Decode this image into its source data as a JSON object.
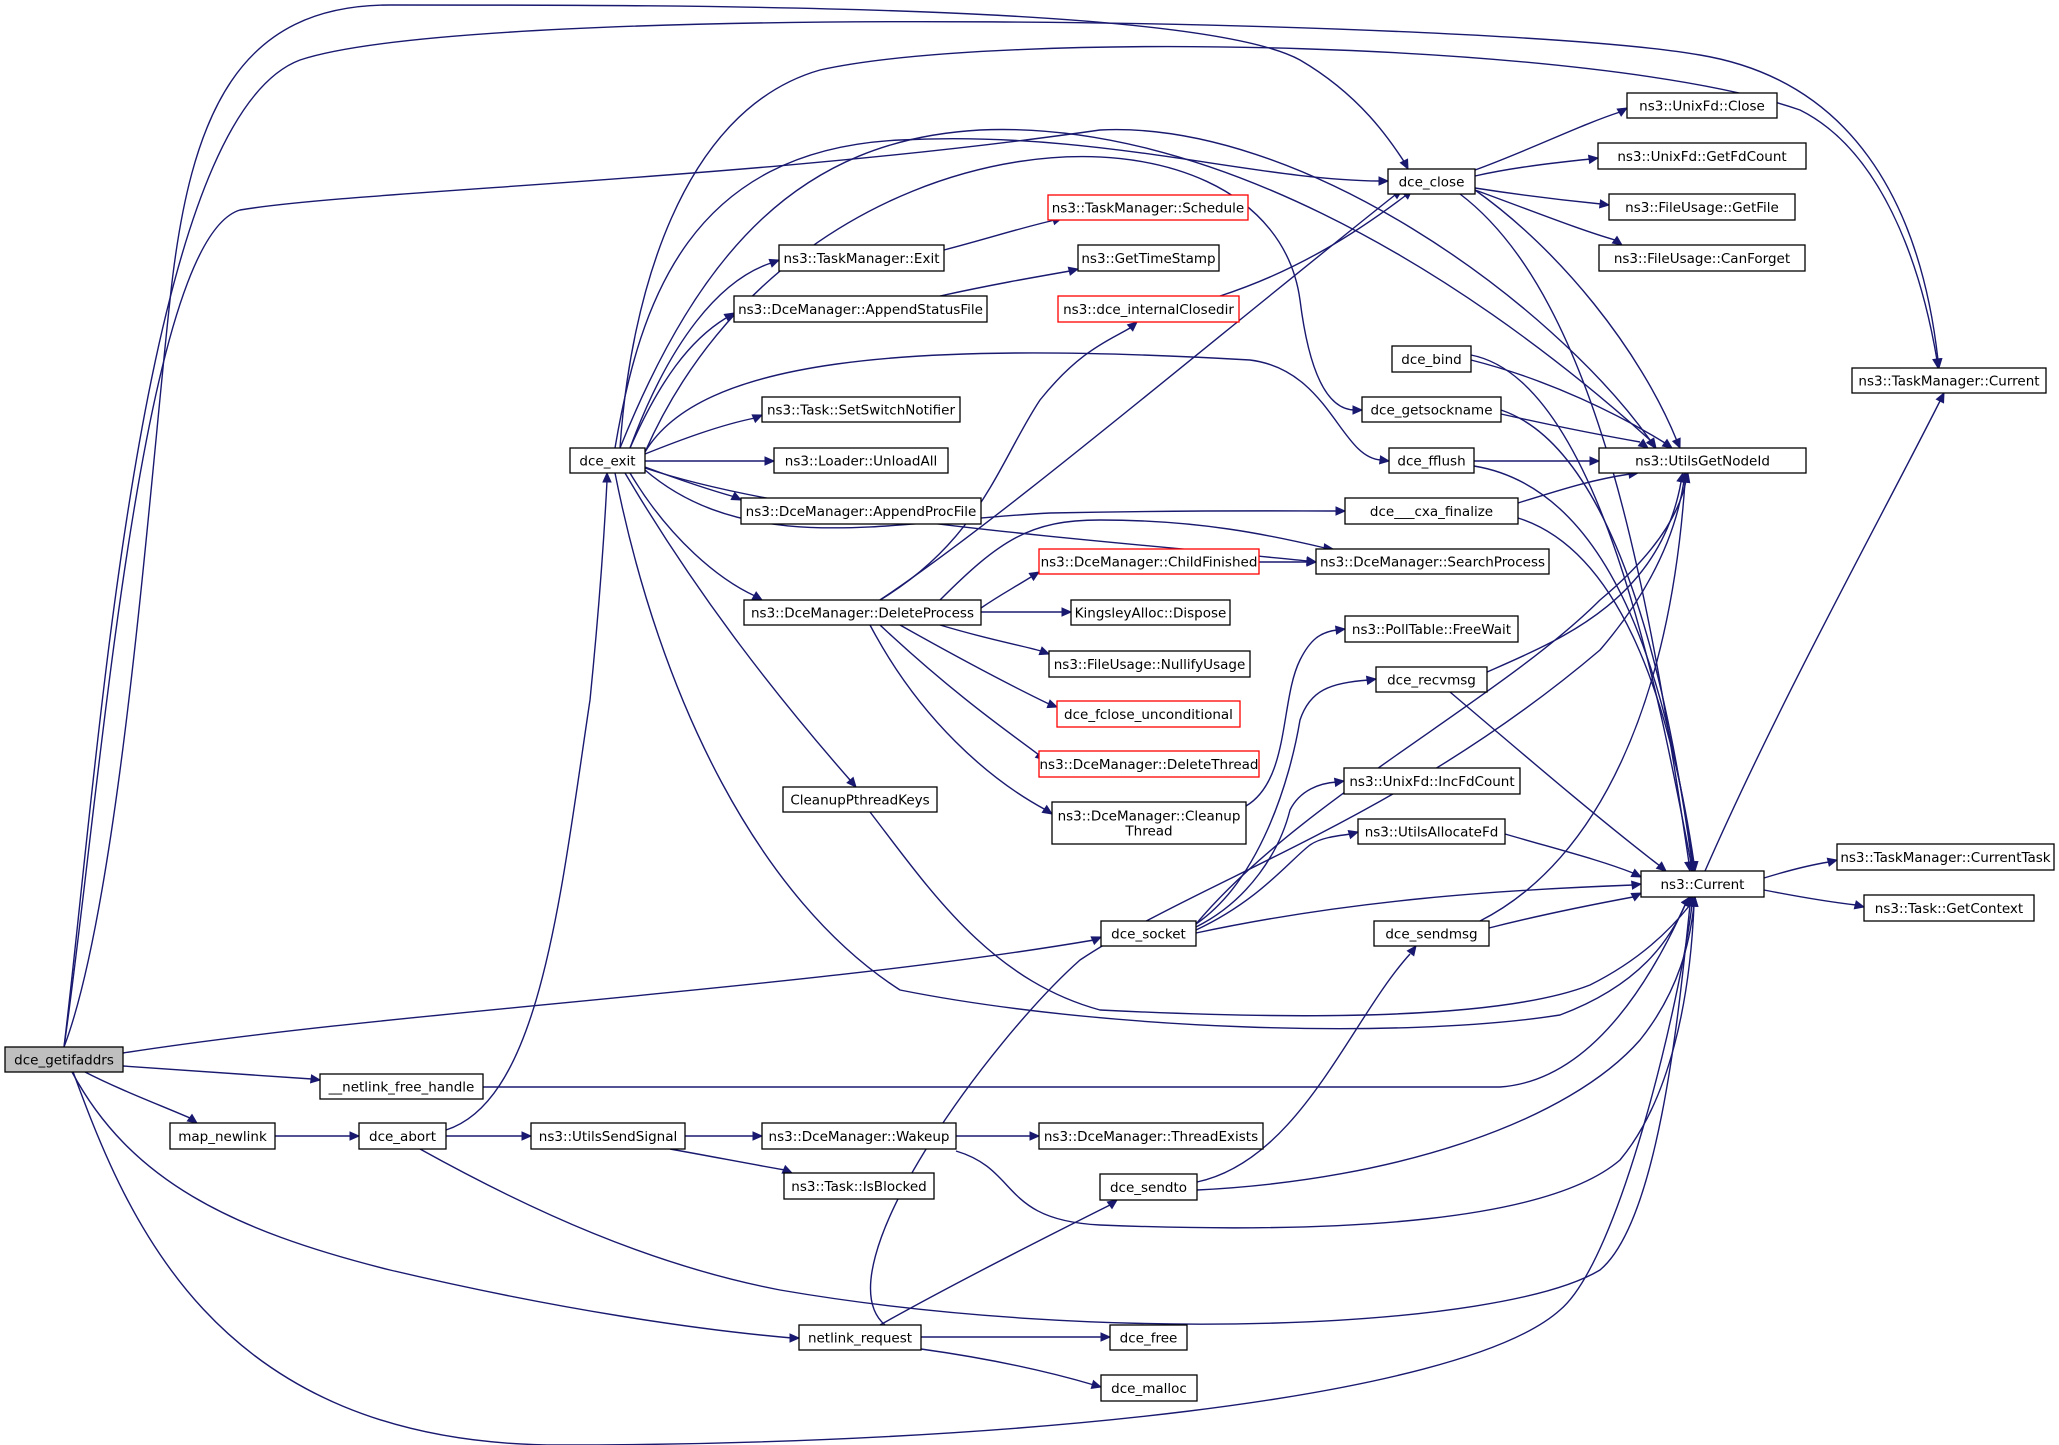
{
  "graph": {
    "kind": "call-graph",
    "edge_color": "#191970",
    "node_border_color": "#000000",
    "truncated_node_border_color": "#ff0000",
    "root_fill_color": "#bfbfbf",
    "nodes": [
      {
        "id": "getifaddrs",
        "label": "dce_getifaddrs",
        "root": true
      },
      {
        "id": "exit",
        "label": "dce_exit"
      },
      {
        "id": "netlink_free",
        "label": "__netlink_free_handle"
      },
      {
        "id": "map_newlink",
        "label": "map_newlink"
      },
      {
        "id": "abort",
        "label": "dce_abort"
      },
      {
        "id": "utils_send_signal",
        "label": "ns3::UtilsSendSignal"
      },
      {
        "id": "dm_wakeup",
        "label": "ns3::DceManager::Wakeup"
      },
      {
        "id": "task_isblocked",
        "label": "ns3::Task::IsBlocked"
      },
      {
        "id": "dm_threadexists",
        "label": "ns3::DceManager::ThreadExists"
      },
      {
        "id": "netlink_request",
        "label": "netlink_request"
      },
      {
        "id": "dce_free",
        "label": "dce_free"
      },
      {
        "id": "dce_malloc",
        "label": "dce_malloc"
      },
      {
        "id": "dce_sendto",
        "label": "dce_sendto"
      },
      {
        "id": "dce_socket",
        "label": "dce_socket"
      },
      {
        "id": "tm_exit",
        "label": "ns3::TaskManager::Exit"
      },
      {
        "id": "dm_append_status",
        "label": "ns3::DceManager::AppendStatusFile"
      },
      {
        "id": "task_switch",
        "label": "ns3::Task::SetSwitchNotifier"
      },
      {
        "id": "loader_unload",
        "label": "ns3::Loader::UnloadAll"
      },
      {
        "id": "dm_append_proc",
        "label": "ns3::DceManager::AppendProcFile"
      },
      {
        "id": "dm_delete_process",
        "label": "ns3::DceManager::DeleteProcess"
      },
      {
        "id": "cleanup_keys",
        "label": "CleanupPthreadKeys"
      },
      {
        "id": "tm_schedule",
        "label": "ns3::TaskManager::Schedule",
        "truncated": true
      },
      {
        "id": "get_timestamp",
        "label": "ns3::GetTimeStamp"
      },
      {
        "id": "internal_closedir",
        "label": "ns3::dce_internalClosedir",
        "truncated": true
      },
      {
        "id": "dm_child_finished",
        "label": "ns3::DceManager::ChildFinished",
        "truncated": true
      },
      {
        "id": "kingsley_dispose",
        "label": "KingsleyAlloc::Dispose"
      },
      {
        "id": "fu_nullify",
        "label": "ns3::FileUsage::NullifyUsage"
      },
      {
        "id": "fclose_uncond",
        "label": "dce_fclose_unconditional",
        "truncated": true
      },
      {
        "id": "dm_delete_thread",
        "label": "ns3::DceManager::DeleteThread",
        "truncated": true
      },
      {
        "id": "dm_cleanup_thread",
        "label": [
          "ns3::DceManager::Cleanup",
          "Thread"
        ]
      },
      {
        "id": "dce_close",
        "label": "dce_close"
      },
      {
        "id": "dce_bind",
        "label": "dce_bind"
      },
      {
        "id": "dce_getsockname",
        "label": "dce_getsockname"
      },
      {
        "id": "dce_fflush",
        "label": "dce_fflush"
      },
      {
        "id": "cxa_finalize",
        "label": "dce___cxa_finalize"
      },
      {
        "id": "dm_search_process",
        "label": "ns3::DceManager::SearchProcess"
      },
      {
        "id": "polltable_freewait",
        "label": "ns3::PollTable::FreeWait"
      },
      {
        "id": "dce_recvmsg",
        "label": "dce_recvmsg"
      },
      {
        "id": "unixfd_incfdcount",
        "label": "ns3::UnixFd::IncFdCount"
      },
      {
        "id": "utils_allocate_fd",
        "label": "ns3::UtilsAllocateFd"
      },
      {
        "id": "dce_sendmsg",
        "label": "dce_sendmsg"
      },
      {
        "id": "unixfd_close",
        "label": "ns3::UnixFd::Close"
      },
      {
        "id": "unixfd_getfdcount",
        "label": "ns3::UnixFd::GetFdCount"
      },
      {
        "id": "fu_getfile",
        "label": "ns3::FileUsage::GetFile"
      },
      {
        "id": "fu_canforget",
        "label": "ns3::FileUsage::CanForget"
      },
      {
        "id": "utils_getnodeid",
        "label": "ns3::UtilsGetNodeId"
      },
      {
        "id": "ns3_current",
        "label": "ns3::Current"
      },
      {
        "id": "tm_current",
        "label": "ns3::TaskManager::Current"
      },
      {
        "id": "tm_current_task",
        "label": "ns3::TaskManager::CurrentTask"
      },
      {
        "id": "task_getcontext",
        "label": "ns3::Task::GetContext"
      }
    ]
  }
}
